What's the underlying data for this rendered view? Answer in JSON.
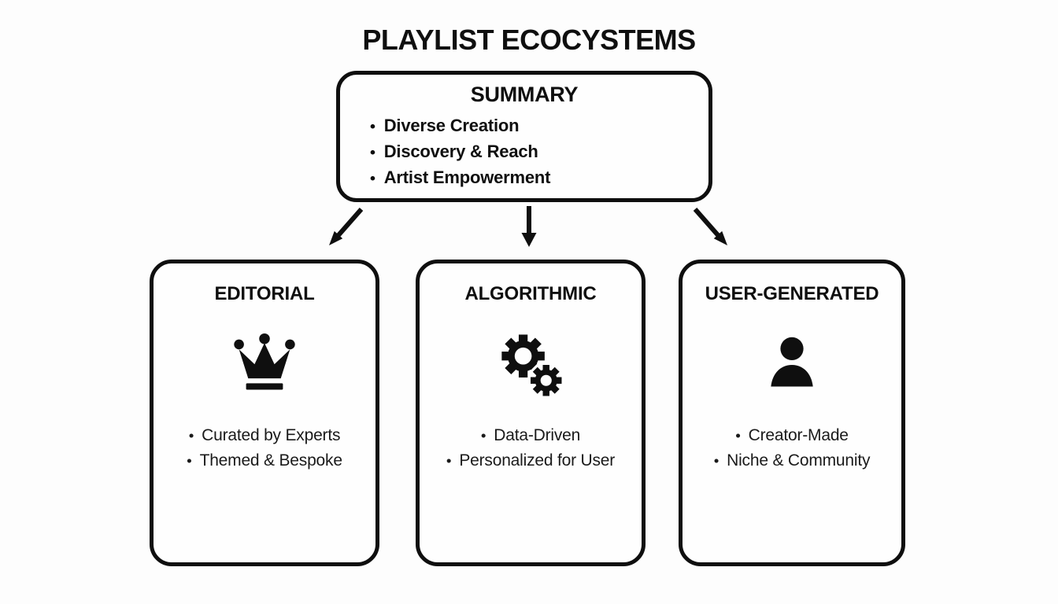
{
  "page": {
    "title": "PLAYLIST ECOCYSTEMS",
    "background_color": "#fdfdfd",
    "ink_color": "#0f0f0f",
    "bullet_char": "•"
  },
  "summary": {
    "title": "SUMMARY",
    "bullets": [
      "Diverse Creation",
      "Discovery & Reach",
      "Artist Empowerment"
    ]
  },
  "cards": [
    {
      "title": "EDITORIAL",
      "icon": "crown-icon",
      "bullets": [
        "Curated by Experts",
        "Themed & Bespoke"
      ]
    },
    {
      "title": "ALGORITHMIC",
      "icon": "gears-icon",
      "bullets": [
        "Data-Driven",
        "Personalized for User"
      ]
    },
    {
      "title": "USER-GENERATED",
      "icon": "person-icon",
      "bullets": [
        "Creator-Made",
        "Niche & Community"
      ]
    }
  ]
}
